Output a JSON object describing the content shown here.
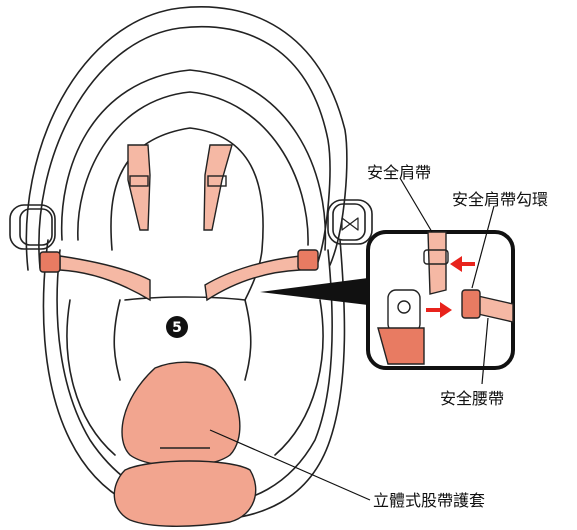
{
  "step": {
    "number": "5"
  },
  "labels": {
    "shoulder_strap": "安全肩帶",
    "shoulder_strap_hook": "安全肩帶勾環",
    "waist_strap": "安全腰帶",
    "crotch_pad": "立體式股帶護套"
  },
  "colors": {
    "strap_fill": "#f5b8a4",
    "pad_fill": "#f2a58f",
    "buckle_fill": "#e87b62",
    "arrow_red": "#e8231c",
    "outline": "#222222"
  }
}
